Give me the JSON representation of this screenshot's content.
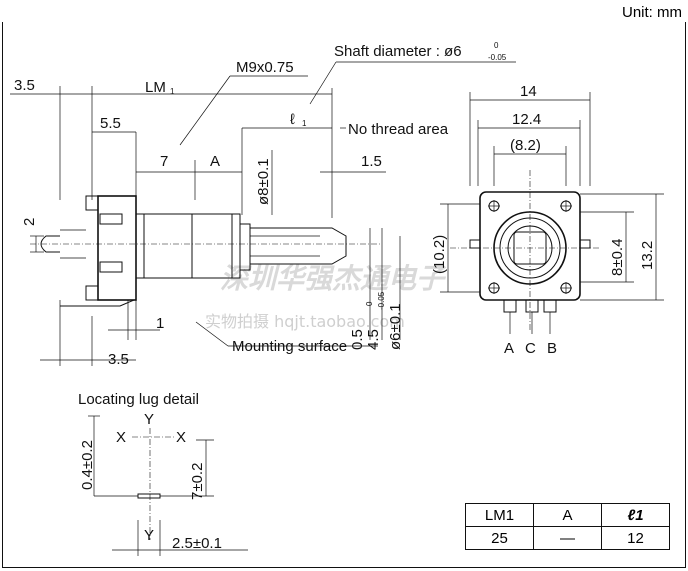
{
  "unit_label": "Unit: mm",
  "watermark": {
    "line1": "深圳华强杰通电子",
    "line2": "实物拍摄 hqjt.taobao.com"
  },
  "side_view": {
    "dim_3_5_top": "3.5",
    "dim_lm1": "LM",
    "dim_lm1_sub": "1",
    "dim_m9": "M9x0.75",
    "dim_shaft": "Shaft diameter : ø6",
    "dim_shaft_tol_upper": "0",
    "dim_shaft_tol_lower": "-0.05",
    "dim_l1": "ℓ",
    "dim_l1_sub": "1",
    "no_thread": "No thread area",
    "dim_5_5": "5.5",
    "dim_7": "7",
    "dim_a": "A",
    "dim_8": "ø8±0.1",
    "dim_1_5": "1.5",
    "dim_2": "2",
    "dim_1": "1",
    "dim_3_5_bottom": "3.5",
    "dim_0_5": "0.5",
    "dim_4_5": "4.5",
    "dim_4_5_tol_upper": "0",
    "dim_4_5_tol_lower": "-0.05",
    "dim_6": "ø6±0.1",
    "mounting_surface": "Mounting surface"
  },
  "front_view": {
    "dim_14": "14",
    "dim_12_4": "12.4",
    "dim_8_2": "(8.2)",
    "dim_10_2": "(10.2)",
    "dim_8_04": "8±0.4",
    "dim_13_2": "13.2",
    "pins": [
      "A",
      "C",
      "B"
    ]
  },
  "lug_detail": {
    "title": "Locating lug detail",
    "y_top": "Y",
    "x_left": "X",
    "x_right": "X",
    "y_bottom": "Y",
    "dim_04": "0.4±0.2",
    "dim_7": "7±0.2",
    "dim_25": "2.5±0.1"
  },
  "spec_table": {
    "headers": [
      "LM1",
      "A",
      "ℓ1"
    ],
    "values": [
      "25",
      "—",
      "12"
    ]
  }
}
